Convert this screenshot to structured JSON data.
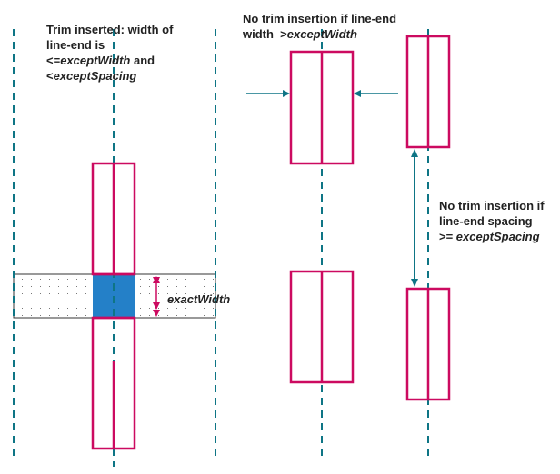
{
  "colors": {
    "guide": "#0e7585",
    "shape": "#cc0a60",
    "fill": "#2480c8",
    "band_border": "#333333",
    "text": "#222222"
  },
  "labels": {
    "trim_inserted": {
      "line1": "Trim inserted: width of",
      "line2": "line-end is",
      "line3_prefix": "<=",
      "line3_italic": "exceptWidth",
      "line3_suffix": " and",
      "line4_prefix": "<",
      "line4_italic": "exceptSpacing"
    },
    "no_trim_width": {
      "line1": "No trim insertion if line-end",
      "line2_prefix": "width  >",
      "line2_italic": "exceptWidth"
    },
    "no_trim_spacing": {
      "line1": "No trim insertion if",
      "line2": "line-end spacing",
      "line3_prefix": ">= ",
      "line3_italic": "exceptSpacing"
    },
    "exact_width": "exactWidth"
  }
}
